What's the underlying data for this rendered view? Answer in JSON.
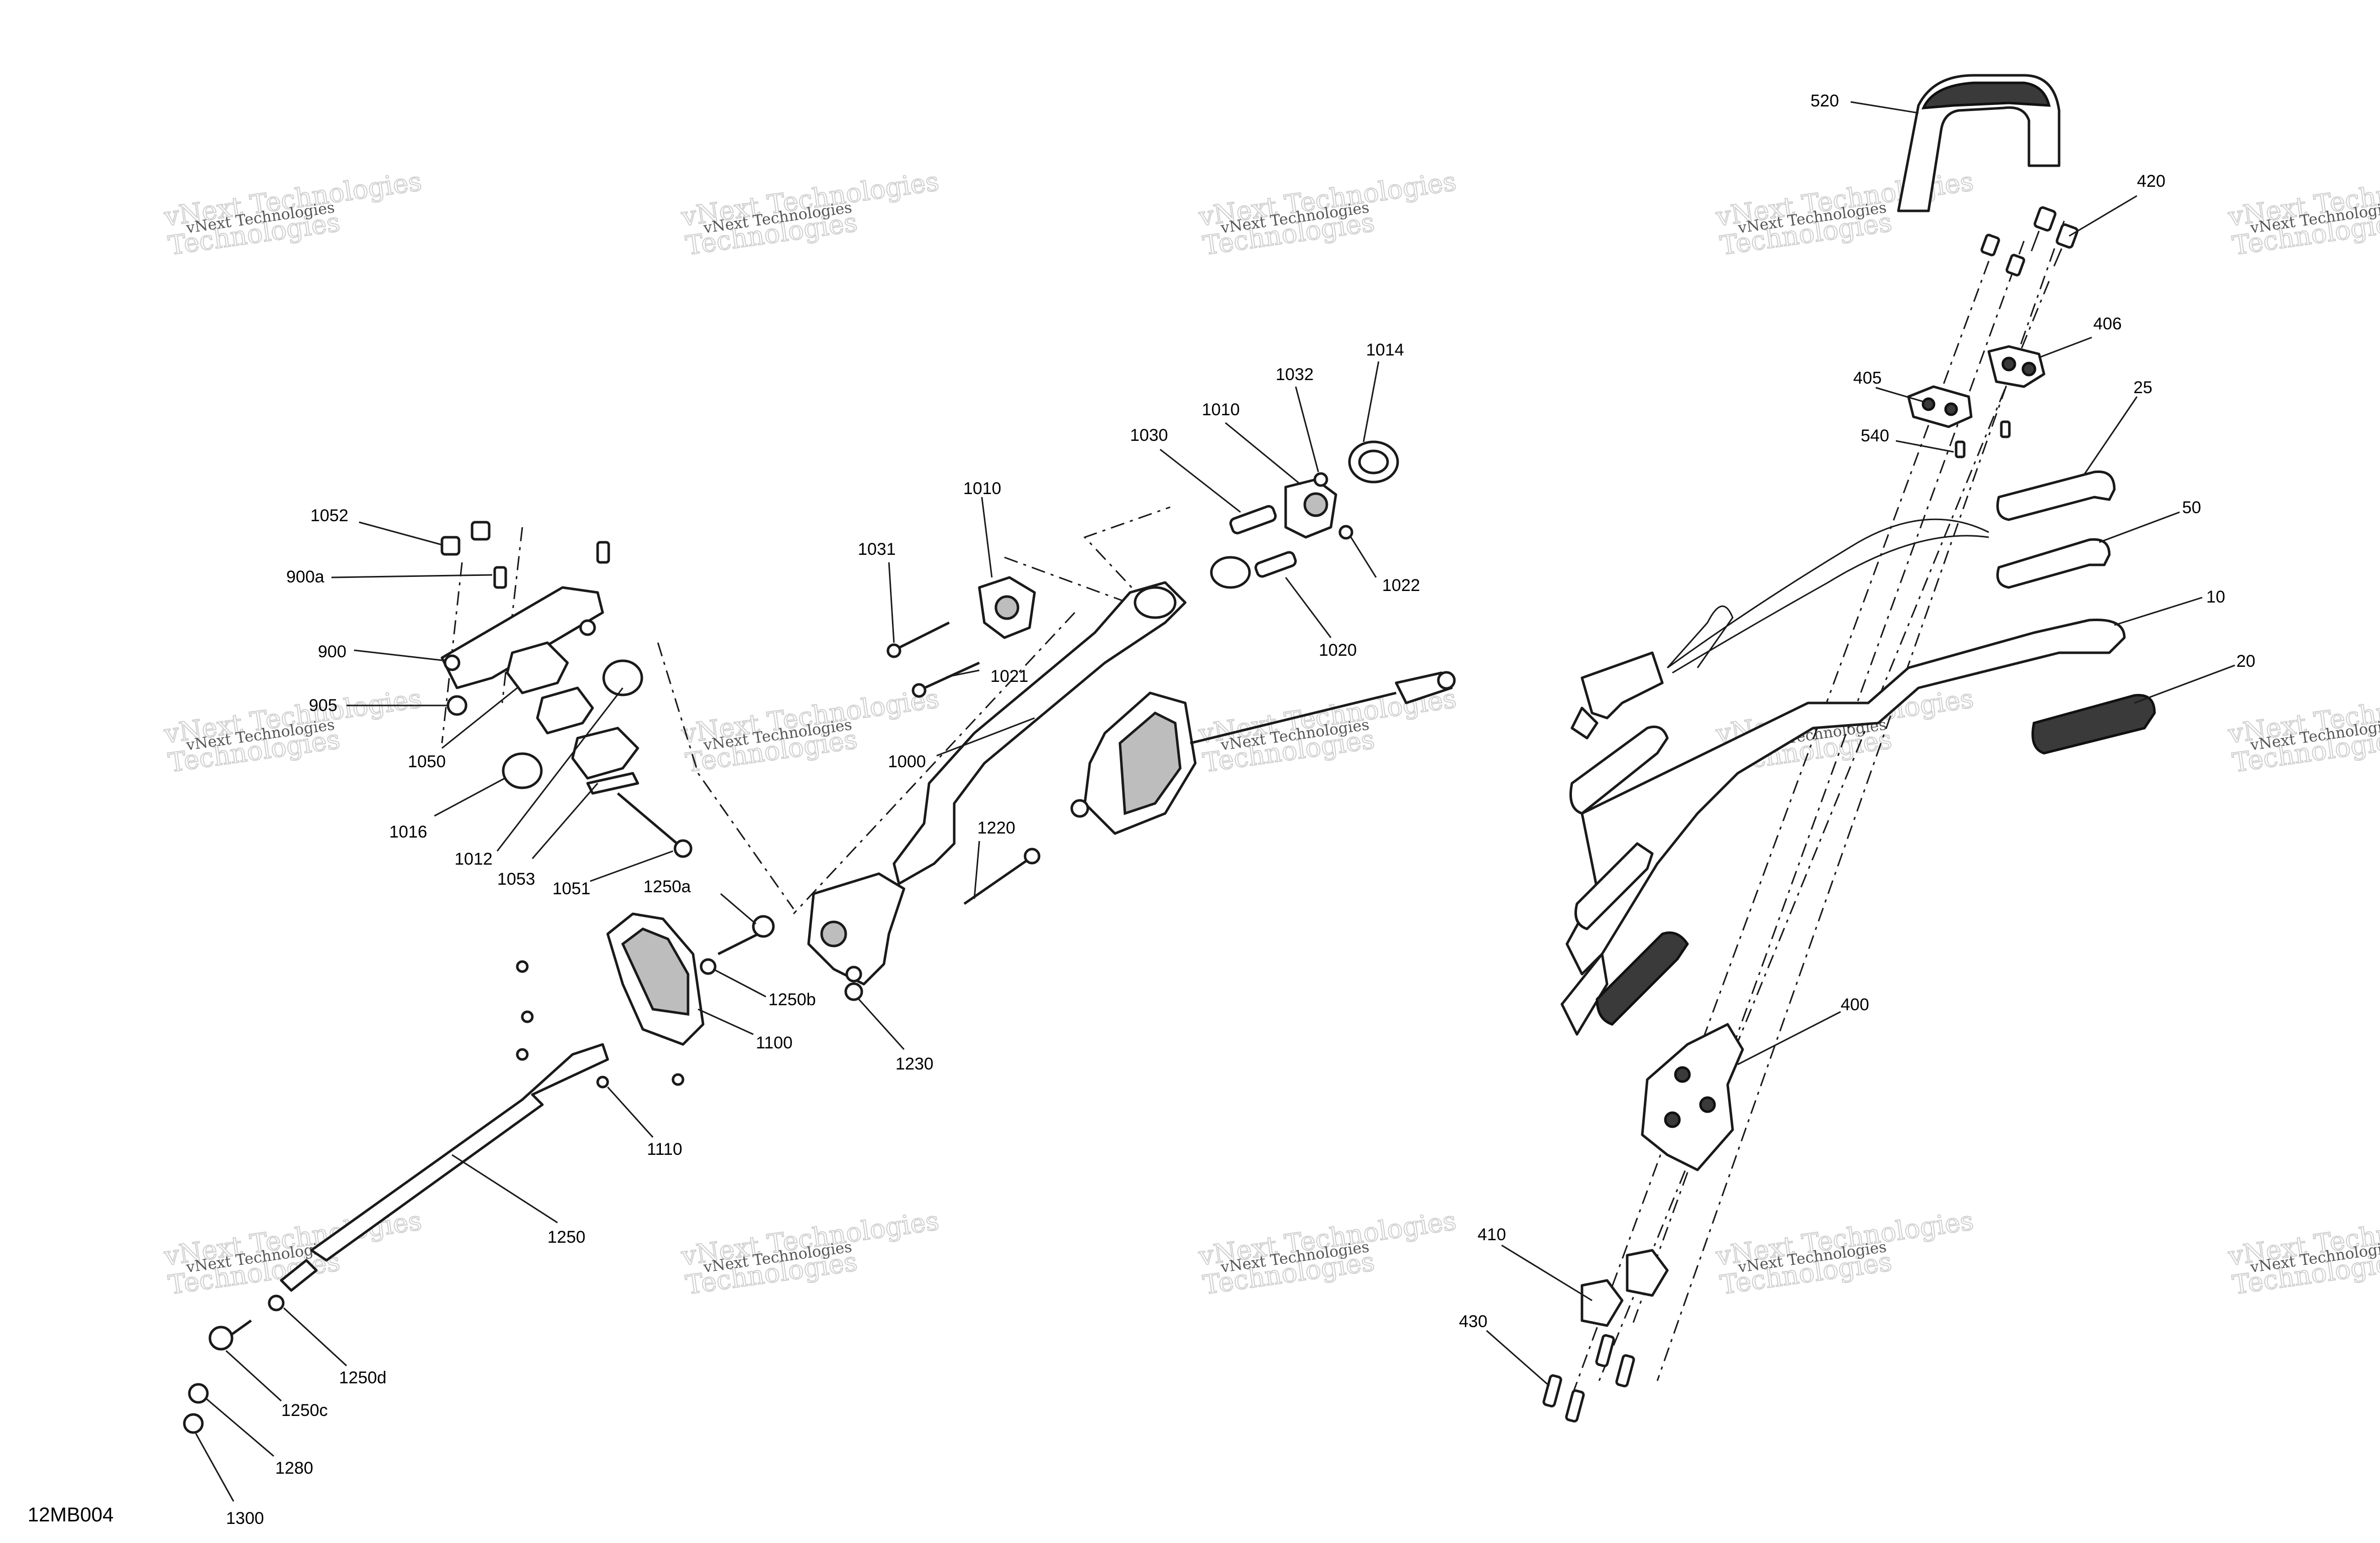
{
  "diagram_code": "12MB004",
  "watermark": {
    "line1": "vNext Technologies",
    "line2": "vNext Technologies",
    "line3": "Technologies"
  },
  "callouts": {
    "c520": "520",
    "c420": "420",
    "c406": "406",
    "c405": "405",
    "c540": "540",
    "c25": "25",
    "c50": "50",
    "c10": "10",
    "c20": "20",
    "c400": "400",
    "c410": "410",
    "c430": "430",
    "c1014": "1014",
    "c1032": "1032",
    "c1010a": "1010",
    "c1030": "1030",
    "c1010b": "1010",
    "c1031": "1031",
    "c1022": "1022",
    "c1020": "1020",
    "c1021": "1021",
    "c1000": "1000",
    "c1220": "1220",
    "c1230": "1230",
    "c1052": "1052",
    "c900a": "900a",
    "c900": "900",
    "c905": "905",
    "c1050": "1050",
    "c1016": "1016",
    "c1012": "1012",
    "c1053": "1053",
    "c1051": "1051",
    "c1250a": "1250a",
    "c1250b": "1250b",
    "c1100": "1100",
    "c1110": "1110",
    "c1250": "1250",
    "c1250d": "1250d",
    "c1250c": "1250c",
    "c1280": "1280",
    "c1300": "1300"
  }
}
